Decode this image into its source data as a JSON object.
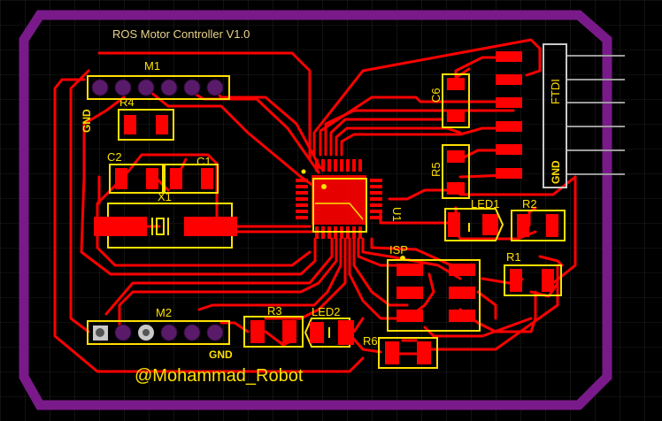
{
  "board": {
    "title": "ROS Motor Controller V1.0",
    "credit": "@Mohammad_Robot",
    "colors": {
      "background": "#000000",
      "grid": "#3a3a3a",
      "outline": "#7a1a8a",
      "trace": "#ff0000",
      "pad": "#ff0000",
      "silkscreen": "#ffe000",
      "title_silk": "#e8d28a",
      "header_pin": "#5a1a6a"
    }
  },
  "components": {
    "m1": "M1",
    "m2": "M2",
    "gnd_m1": "GND",
    "gnd_m2": "GND",
    "r4": "R4",
    "c2": "C2",
    "c1": "C1",
    "x1": "X1",
    "u1": "U1",
    "c6": "C6",
    "r5": "R5",
    "led1": "LED1",
    "r2": "R2",
    "r1": "R1",
    "isp": "ISP",
    "r3": "R3",
    "led2": "LED2",
    "r6": "R6",
    "ftdi": "FTDI",
    "ftdi_gnd": "GND"
  }
}
